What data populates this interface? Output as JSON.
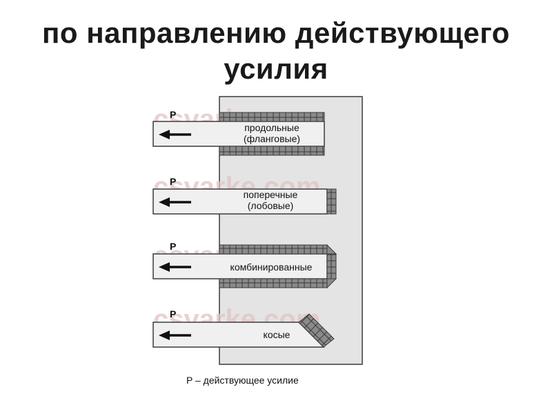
{
  "title": {
    "line1": "по направлению действующего",
    "line2": "усилия"
  },
  "watermark": "csvarke.com",
  "force_label": "P",
  "weld_types": [
    {
      "id": "longitudinal",
      "label_line1": "продольные",
      "label_line2": "(фланговые)"
    },
    {
      "id": "transverse",
      "label_line1": "поперечные",
      "label_line2": "(лобовые)"
    },
    {
      "id": "combined",
      "label_line1": "комбинированные",
      "label_line2": ""
    },
    {
      "id": "oblique",
      "label_line1": "косые",
      "label_line2": ""
    }
  ],
  "caption": "P – действующее усилие",
  "colors": {
    "plate": "#e4e4e4",
    "strip": "#f0f0f0",
    "weld": "#8a8a8a",
    "stroke": "#3a3a3a",
    "arrow": "#111111"
  }
}
